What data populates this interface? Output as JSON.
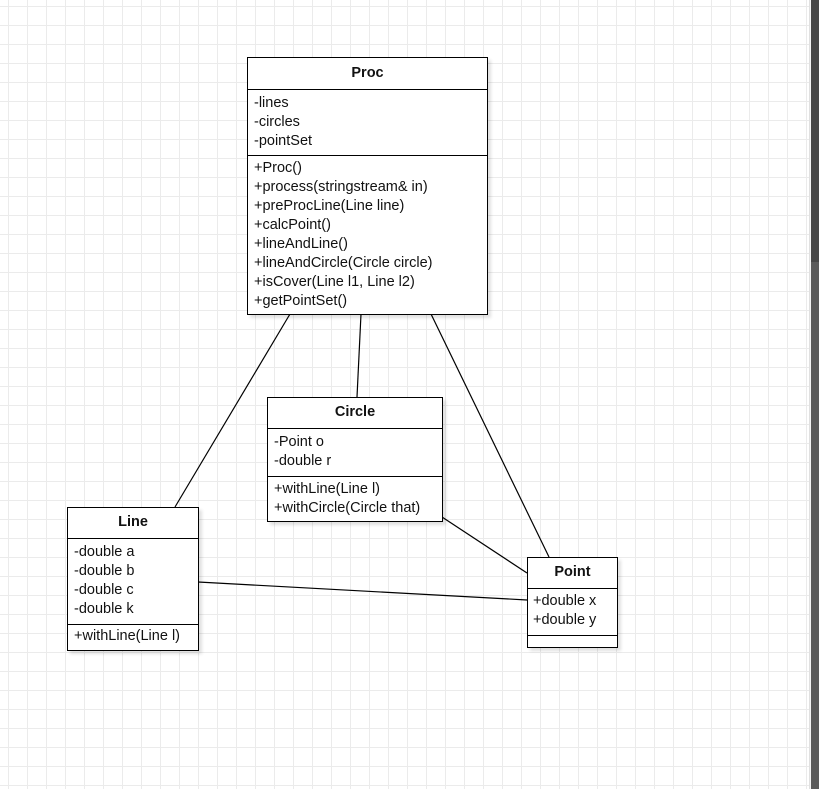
{
  "classes": {
    "proc": {
      "name": "Proc",
      "attributes": [
        "-lines",
        "-circles",
        "-pointSet"
      ],
      "methods": [
        "+Proc()",
        "+process(stringstream& in)",
        "+preProcLine(Line line)",
        "+calcPoint()",
        "+lineAndLine()",
        "+lineAndCircle(Circle circle)",
        "+isCover(Line l1, Line l2)",
        "+getPointSet()"
      ]
    },
    "circle": {
      "name": "Circle",
      "attributes": [
        "-Point o",
        "-double r"
      ],
      "methods": [
        "+withLine(Line l)",
        "+withCircle(Circle that)"
      ]
    },
    "line": {
      "name": "Line",
      "attributes": [
        "-double a",
        "-double b",
        "-double c",
        "-double k"
      ],
      "methods": [
        "+withLine(Line l)"
      ]
    },
    "point": {
      "name": "Point",
      "attributes": [
        "+double x",
        "+double y"
      ],
      "methods": []
    }
  },
  "associations": [
    {
      "from": "Proc",
      "to": "Line"
    },
    {
      "from": "Proc",
      "to": "Circle"
    },
    {
      "from": "Proc",
      "to": "Point"
    },
    {
      "from": "Circle",
      "to": "Point"
    },
    {
      "from": "Line",
      "to": "Point"
    }
  ],
  "colors": {
    "canvas": "#ffffff",
    "grid": "#ebebeb",
    "stroke": "#000000",
    "scrollbar_thumb": "#474747"
  }
}
